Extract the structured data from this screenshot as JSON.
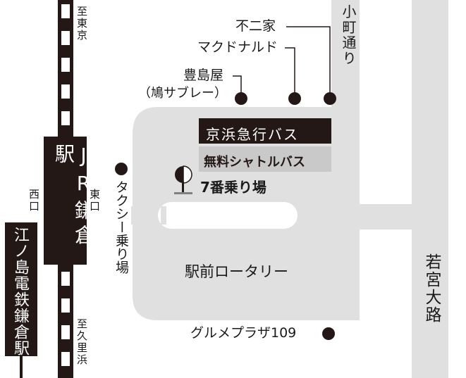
{
  "map": {
    "jr_station": "JR鎌倉駅",
    "jr_east_exit": "東口",
    "jr_west_exit": "西口",
    "to_tokyo": "至東京",
    "to_kurihama": "至久里浜",
    "enoden_station": "江ノ島電鉄鎌倉駅",
    "komachi_dori": "小町通り",
    "wakamiya_oji": "若宮大路",
    "taxi_stand": "タクシー乗り場",
    "rotary": "駅前ロータリー",
    "bus_keikyu": "京浜急行バス",
    "bus_shuttle": "無料シャトルバス",
    "stop_7": "7番乗り場",
    "shop_fujiya": "不二家",
    "shop_mcdonalds": "マクドナルド",
    "shop_toshimaya": "豊島屋",
    "shop_toshimaya_sub": "（鳩サブレー）",
    "shop_gourmet_plaza": "グルメプラザ109"
  },
  "colors": {
    "road": "#e0e0e0",
    "dark": "#231815",
    "shuttle_label_bg": "#c9c9c9"
  },
  "icons": {
    "bus_stop": "bus-stop-sign-icon",
    "poi": "black-dot-icon",
    "railway": "railway-track-icon"
  }
}
